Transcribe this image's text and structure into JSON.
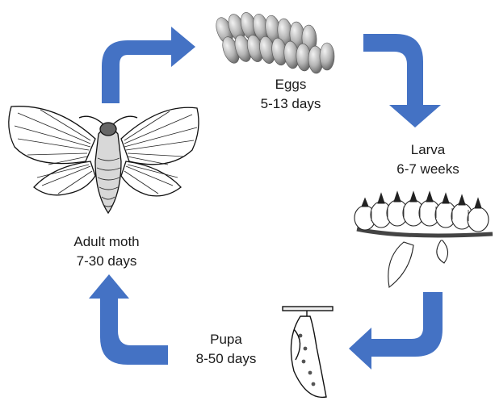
{
  "arrow_color": "#4472C4",
  "stages": {
    "eggs": {
      "name": "Eggs",
      "duration": "5-13 days"
    },
    "larva": {
      "name": "Larva",
      "duration": "6-7 weeks"
    },
    "pupa": {
      "name": "Pupa",
      "duration": "8-50 days"
    },
    "adult": {
      "name": "Adult moth",
      "duration": "7-30 days"
    }
  },
  "illustrations": [
    "eggs-illustration",
    "caterpillar-illustration",
    "pupa-illustration",
    "moth-illustration"
  ]
}
